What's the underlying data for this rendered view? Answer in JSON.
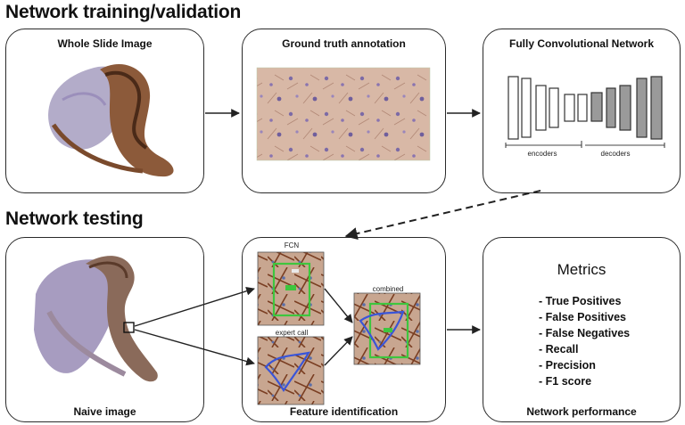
{
  "sections": {
    "training_title": "Network training/validation",
    "testing_title": "Network testing"
  },
  "boxes": {
    "wsi_label": "Whole Slide Image",
    "gt_label": "Ground truth annotation",
    "fcn_label": "Fully Convolutional Network",
    "naive_label": "Naive image",
    "feature_label": "Feature identification",
    "performance_label": "Network performance"
  },
  "fcn_diagram": {
    "encoders": "encoders",
    "decoders": "decoders"
  },
  "feature_panels": {
    "fcn": "FCN",
    "expert": "expert call",
    "combined": "combined"
  },
  "metrics": {
    "title": "Metrics",
    "items": [
      "True Positives",
      "False Positives",
      "False Negatives",
      "Recall",
      "Precision",
      "F1 score"
    ]
  },
  "colors": {
    "tissue_brown": "#7a4a2c",
    "tissue_purple": "#a79cc0",
    "stain_bg": "#d9b9a8",
    "fcn_green": "#3ec63e",
    "expert_blue": "#3a55d8",
    "decoder_gray": "#9a9a9a"
  }
}
